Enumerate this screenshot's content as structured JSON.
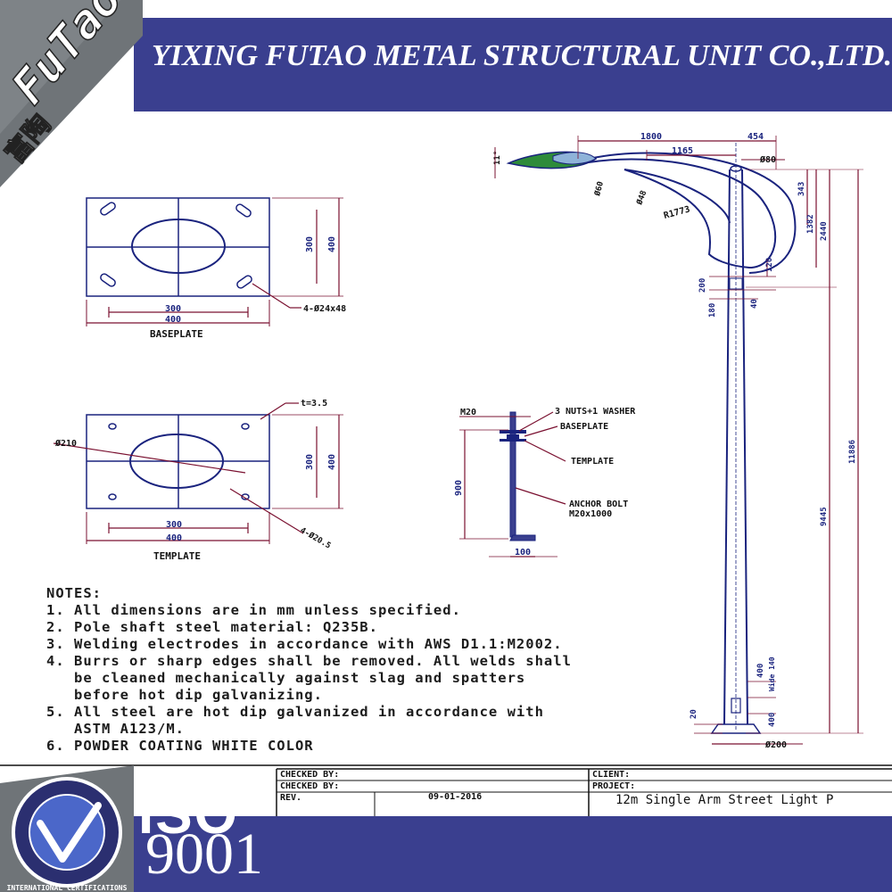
{
  "header": {
    "company_name": "YIXING FUTAO METAL STRUCTURAL UNIT  CO.,LTD.",
    "logo_text": "FuTao",
    "logo_chinese": "富陶"
  },
  "baseplate": {
    "title": "BASEPLATE",
    "dim_inner": "300",
    "dim_outer": "400",
    "dim_v_inner": "300",
    "dim_v_outer": "400",
    "holes": "4-Ø24x48"
  },
  "template": {
    "title": "TEMPLATE",
    "thickness": "t=3.5",
    "diameter": "Ø210",
    "dim_inner": "300",
    "dim_outer": "400",
    "dim_v_inner": "300",
    "dim_v_outer": "400",
    "holes": "4-Ø20.5"
  },
  "anchor": {
    "bolt_size": "M20",
    "nuts": "3 NUTS+1 WASHER",
    "baseplate": "BASEPLATE",
    "template": "TEMPLATE",
    "anchor_bolt": "ANCHOR BOLT",
    "anchor_spec": "M20x1000",
    "height": "900",
    "foot": "100"
  },
  "pole": {
    "angle": "11°",
    "arm_len": "1800",
    "arm_inner": "1165",
    "top_offset": "454",
    "top_dia": "Ø80",
    "arm_dia": "Ø60",
    "arm_dia2": "Ø48",
    "radius": "R1773",
    "h343": "343",
    "h1382": "1382",
    "h2440": "2440",
    "h120": "120",
    "h200": "200",
    "h180": "180",
    "h40": "40",
    "total": "11886",
    "shaft": "9445",
    "door_h": "400",
    "door_w": "Wide 140",
    "door_base": "400",
    "plate_t": "20",
    "base_dia": "Ø200"
  },
  "notes": {
    "title": "NOTES:",
    "lines": [
      "1. All dimensions are in mm unless specified.",
      "2. Pole shaft steel material: Q235B.",
      "3. Welding electrodes in accordance with AWS D1.1:M2002.",
      "4. Burrs or sharp edges shall be removed. All welds shall",
      "   be cleaned mechanically against slag and spatters",
      "   before hot dip galvanizing.",
      "5. All steel are hot dip galvanized in accordance with",
      "   ASTM A123/M.",
      "6. POWDER COATING WHITE COLOR"
    ]
  },
  "title_block": {
    "checked_by_1": "CHECKED BY:",
    "checked_by_2": "CHECKED BY:",
    "rev": "REV.",
    "date": "09-01-2016",
    "client": "CLIENT:",
    "project": "PROJECT:",
    "project_name": "12m Single Arm Street Light P"
  },
  "iso": {
    "label": "ISO",
    "number": "9001",
    "ring_text": "INTERNATIONAL CERTIFICATIONS"
  },
  "colors": {
    "brand_blue": "#3a3f8f",
    "line_blue": "#1a237e",
    "dim_red": "#7a1030",
    "lamp_green": "#2e8b3a"
  }
}
